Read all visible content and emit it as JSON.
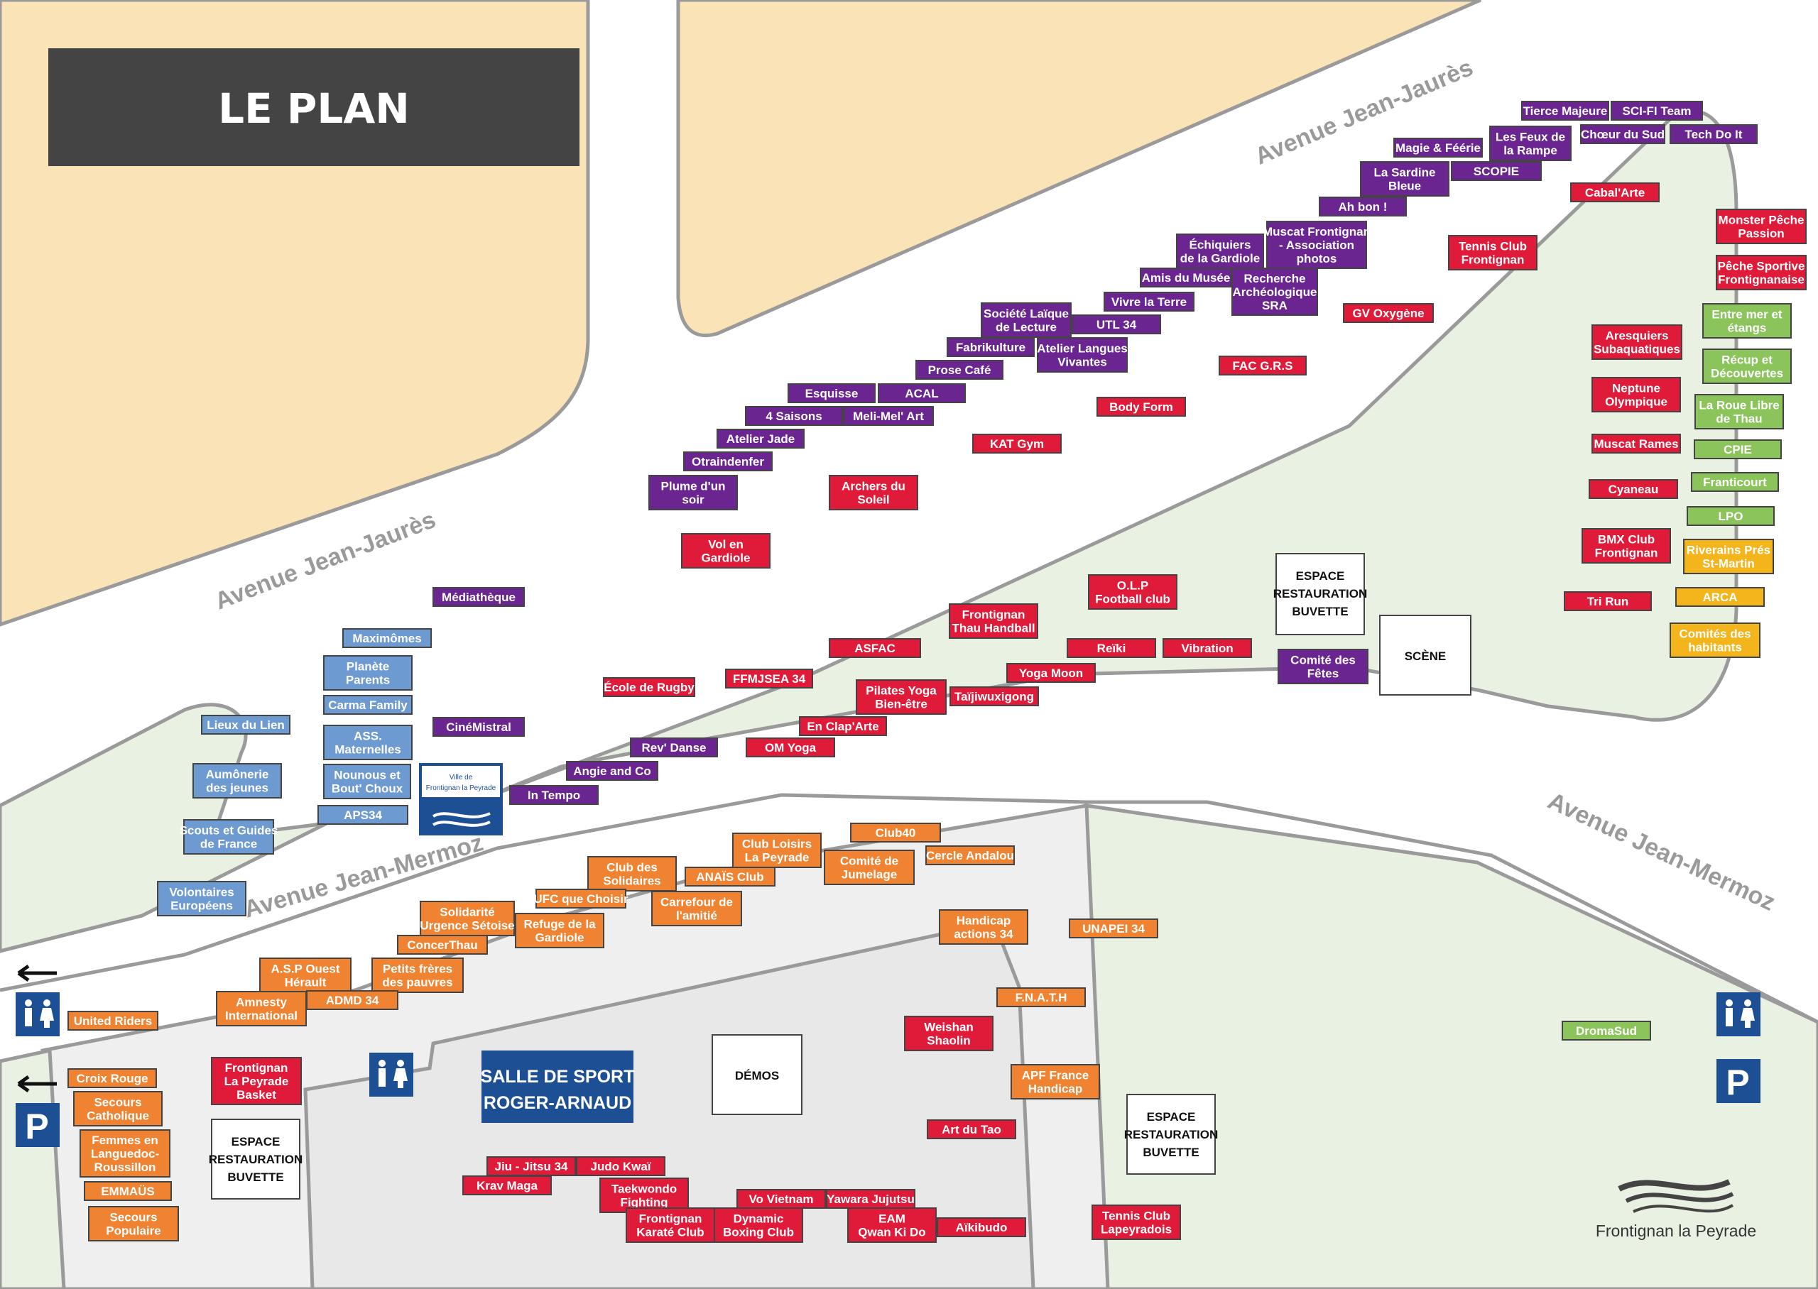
{
  "title": "LE PLAN",
  "streets": {
    "jaures_top": "Avenue Jean-Jaurès",
    "jaures_left": "Avenue Jean-Jaurès",
    "mermoz_left": "Avenue Jean-Mermoz",
    "mermoz_right": "Avenue Jean-Mermoz"
  },
  "venues": {
    "salle_line1": "SALLE DE SPORT",
    "salle_line2": "ROGER-ARNAUD",
    "demos": "DÉMOS",
    "scene": "SCÈNE",
    "espace_line1": "ESPACE",
    "espace_line2": "RESTAURATION",
    "espace_line3": "BUVETTE",
    "ville_line1": "Ville de",
    "ville_line2": "Frontignan la Peyrade"
  },
  "brand": "Frontignan la Peyrade",
  "colors": {
    "purple": "#6b2590",
    "red": "#e01b3a",
    "orange": "#f08331",
    "blue": "#6e9ad2",
    "green": "#8ac45a",
    "yellow": "#f4b51c",
    "sand": "#fbe3b8",
    "park": "#e9f1e3",
    "pavement": "#efefef",
    "title_bg": "#444444",
    "navy": "#1d4f95"
  },
  "stands": {
    "purple": [
      {
        "lines": [
          "Tierce Majeure"
        ]
      },
      {
        "lines": [
          "SCI-FI Team"
        ]
      },
      {
        "lines": [
          "Les Feux de",
          "la Rampe"
        ]
      },
      {
        "lines": [
          "Chœur du Sud"
        ]
      },
      {
        "lines": [
          "Tech Do It"
        ]
      },
      {
        "lines": [
          "Magie & Féérie"
        ]
      },
      {
        "lines": [
          "La Sardine",
          "Bleue"
        ]
      },
      {
        "lines": [
          "SCOPIE"
        ]
      },
      {
        "lines": [
          "Ah bon !"
        ]
      },
      {
        "lines": [
          "Muscat Frontignan",
          "- Association",
          "photos"
        ]
      },
      {
        "lines": [
          "Échiquiers",
          "de la Gardiole"
        ]
      },
      {
        "lines": [
          "Amis du Musée"
        ]
      },
      {
        "lines": [
          "Recherche",
          "Archéologique",
          "SRA"
        ]
      },
      {
        "lines": [
          "Vivre la Terre"
        ]
      },
      {
        "lines": [
          "Société Laïque",
          "de Lecture"
        ]
      },
      {
        "lines": [
          "UTL 34"
        ]
      },
      {
        "lines": [
          "Fabrikulture"
        ]
      },
      {
        "lines": [
          "Atelier Langues",
          "Vivantes"
        ]
      },
      {
        "lines": [
          "Prose Café"
        ]
      },
      {
        "lines": [
          "Esquisse"
        ]
      },
      {
        "lines": [
          "ACAL"
        ]
      },
      {
        "lines": [
          "4 Saisons"
        ]
      },
      {
        "lines": [
          "Meli-Mel' Art"
        ]
      },
      {
        "lines": [
          "Atelier Jade"
        ]
      },
      {
        "lines": [
          "Otraindenfer"
        ]
      },
      {
        "lines": [
          "Plume d'un",
          "soir"
        ]
      },
      {
        "lines": [
          "Médiathèque"
        ]
      },
      {
        "lines": [
          "CinéMistral"
        ]
      },
      {
        "lines": [
          "Rev' Danse"
        ]
      },
      {
        "lines": [
          "Angie and Co"
        ]
      },
      {
        "lines": [
          "In Tempo"
        ]
      },
      {
        "lines": [
          "Comité des",
          "Fêtes"
        ]
      }
    ],
    "red": [
      {
        "lines": [
          "Cabal'Arte"
        ]
      },
      {
        "lines": [
          "Monster Pêche",
          "Passion"
        ]
      },
      {
        "lines": [
          "Tennis Club",
          "Frontignan"
        ]
      },
      {
        "lines": [
          "Pêche Sportive",
          "Frontignanaise"
        ]
      },
      {
        "lines": [
          "GV Oxygène"
        ]
      },
      {
        "lines": [
          "Aresquiers",
          "Subaquatiques"
        ]
      },
      {
        "lines": [
          "FAC G.R.S"
        ]
      },
      {
        "lines": [
          "Neptune",
          "Olympique"
        ]
      },
      {
        "lines": [
          "Body Form"
        ]
      },
      {
        "lines": [
          "Muscat Rames"
        ]
      },
      {
        "lines": [
          "KAT Gym"
        ]
      },
      {
        "lines": [
          "Archers du",
          "Soleil"
        ]
      },
      {
        "lines": [
          "Cyaneau"
        ]
      },
      {
        "lines": [
          "BMX Club",
          "Frontignan"
        ]
      },
      {
        "lines": [
          "Vol en",
          "Gardiole"
        ]
      },
      {
        "lines": [
          "O.L.P",
          "Football club"
        ]
      },
      {
        "lines": [
          "Tri Run"
        ]
      },
      {
        "lines": [
          "Frontignan",
          "Thau Handball"
        ]
      },
      {
        "lines": [
          "ASFAC"
        ]
      },
      {
        "lines": [
          "Reïki"
        ]
      },
      {
        "lines": [
          "Vibration"
        ]
      },
      {
        "lines": [
          "Yoga Moon"
        ]
      },
      {
        "lines": [
          "École de Rugby"
        ]
      },
      {
        "lines": [
          "FFMJSEA 34"
        ]
      },
      {
        "lines": [
          "Pilates Yoga",
          "Bien-être"
        ]
      },
      {
        "lines": [
          "Taïjiwuxigong"
        ]
      },
      {
        "lines": [
          "En Clap'Arte"
        ]
      },
      {
        "lines": [
          "OM Yoga"
        ]
      },
      {
        "lines": [
          "Weishan",
          "Shaolin"
        ]
      },
      {
        "lines": [
          "Frontignan",
          "La Peyrade",
          "Basket"
        ]
      },
      {
        "lines": [
          "Art du Tao"
        ]
      },
      {
        "lines": [
          "Jiu - Jitsu 34"
        ]
      },
      {
        "lines": [
          "Judo Kwaï"
        ]
      },
      {
        "lines": [
          "Krav Maga"
        ]
      },
      {
        "lines": [
          "Taekwondo",
          "Fighting"
        ]
      },
      {
        "lines": [
          "Vo Vietnam"
        ]
      },
      {
        "lines": [
          "Yawara Jujutsu"
        ]
      },
      {
        "lines": [
          "Frontignan",
          "Karaté Club"
        ]
      },
      {
        "lines": [
          "Dynamic",
          "Boxing Club"
        ]
      },
      {
        "lines": [
          "EAM",
          "Qwan Ki Do"
        ]
      },
      {
        "lines": [
          "Aïkibudo"
        ]
      },
      {
        "lines": [
          "Tennis Club",
          "Lapeyradois"
        ]
      }
    ],
    "orange": [
      {
        "lines": [
          "Club40"
        ]
      },
      {
        "lines": [
          "Club Loisirs",
          "La Peyrade"
        ]
      },
      {
        "lines": [
          "Comité de",
          "Jumelage"
        ]
      },
      {
        "lines": [
          "Cercle Andalou"
        ]
      },
      {
        "lines": [
          "Club des",
          "Solidaires"
        ]
      },
      {
        "lines": [
          "ANAÏS Club"
        ]
      },
      {
        "lines": [
          "UFC que Choisir"
        ]
      },
      {
        "lines": [
          "Carrefour de",
          "l'amitié"
        ]
      },
      {
        "lines": [
          "Solidarité",
          "Urgence Sétoise"
        ]
      },
      {
        "lines": [
          "Refuge de la",
          "Gardiole"
        ]
      },
      {
        "lines": [
          "ConcerThau"
        ]
      },
      {
        "lines": [
          "Handicap",
          "actions 34"
        ]
      },
      {
        "lines": [
          "UNAPEI 34"
        ]
      },
      {
        "lines": [
          "A.S.P Ouest",
          "Hérault"
        ]
      },
      {
        "lines": [
          "Petits frères",
          "des pauvres"
        ]
      },
      {
        "lines": [
          "Amnesty",
          "International"
        ]
      },
      {
        "lines": [
          "ADMD 34"
        ]
      },
      {
        "lines": [
          "F.N.A.T.H"
        ]
      },
      {
        "lines": [
          "United Riders"
        ]
      },
      {
        "lines": [
          "Croix Rouge"
        ]
      },
      {
        "lines": [
          "APF France",
          "Handicap"
        ]
      },
      {
        "lines": [
          "Secours",
          "Catholique"
        ]
      },
      {
        "lines": [
          "Femmes en",
          "Languedoc-",
          "Roussillon"
        ]
      },
      {
        "lines": [
          "EMMAÜS"
        ]
      },
      {
        "lines": [
          "Secours",
          "Populaire"
        ]
      }
    ],
    "blue": [
      {
        "lines": [
          "Maximômes"
        ]
      },
      {
        "lines": [
          "Planète",
          "Parents"
        ]
      },
      {
        "lines": [
          "Carma Family"
        ]
      },
      {
        "lines": [
          "Lieux du Lien"
        ]
      },
      {
        "lines": [
          "ASS.",
          "Maternelles"
        ]
      },
      {
        "lines": [
          "Aumônerie",
          "des jeunes"
        ]
      },
      {
        "lines": [
          "Nounous et",
          "Bout' Choux"
        ]
      },
      {
        "lines": [
          "APS34"
        ]
      },
      {
        "lines": [
          "Scouts et Guides",
          "de France"
        ]
      },
      {
        "lines": [
          "Volontaires",
          "Européens"
        ]
      }
    ],
    "green": [
      {
        "lines": [
          "Entre mer et",
          "étangs"
        ]
      },
      {
        "lines": [
          "Récup et",
          "Découvertes"
        ]
      },
      {
        "lines": [
          "La Roue Libre",
          "de Thau"
        ]
      },
      {
        "lines": [
          "CPIE"
        ]
      },
      {
        "lines": [
          "Franticourt"
        ]
      },
      {
        "lines": [
          "LPO"
        ]
      },
      {
        "lines": [
          "DromaSud"
        ]
      }
    ],
    "yellow": [
      {
        "lines": [
          "Riverains Prés",
          "St-Martin"
        ]
      },
      {
        "lines": [
          "ARCA"
        ]
      },
      {
        "lines": [
          "Comités des",
          "habitants"
        ]
      }
    ]
  }
}
